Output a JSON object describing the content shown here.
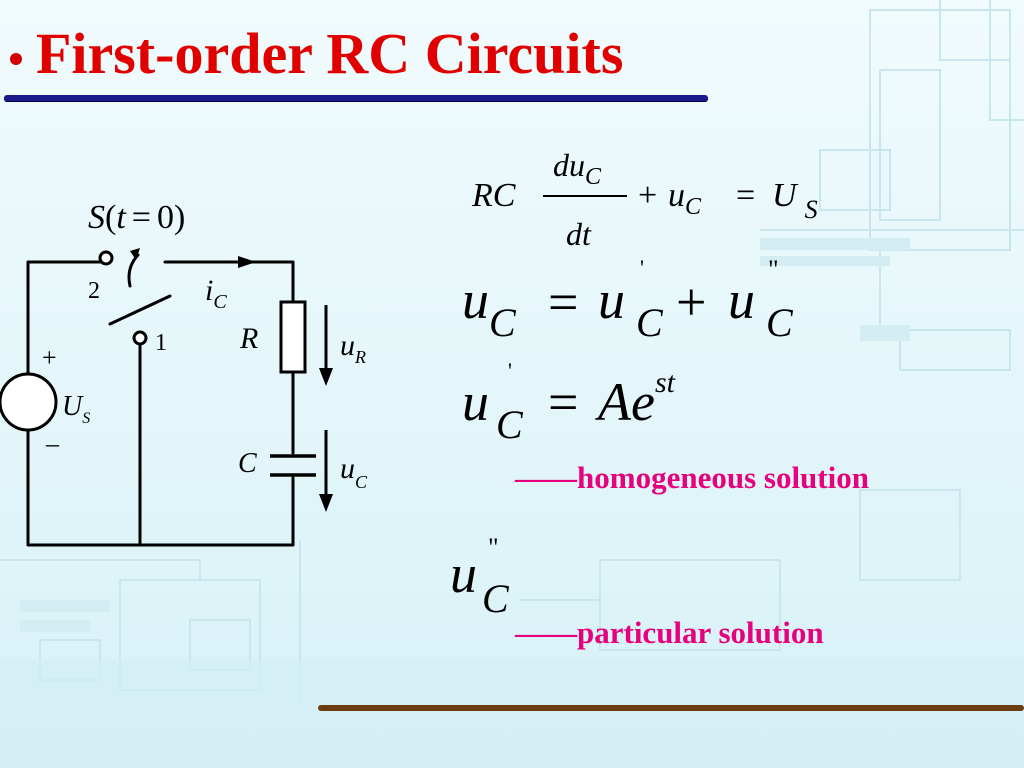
{
  "slide": {
    "title": "First-order RC Circuits",
    "colors": {
      "title": "#e00000",
      "note": "#e6007e",
      "title_bar": "#1a1a8a",
      "bottom_bar": "#6a3c12"
    }
  },
  "circuit": {
    "switch_label": {
      "S": "S",
      "t": "t",
      "eq": "=",
      "zero": "0",
      "lp": "(",
      "rp": ")"
    },
    "terminal_2": "2",
    "terminal_1": "1",
    "current": {
      "main": "i",
      "sub": "C"
    },
    "resistor": "R",
    "capacitor": "C",
    "voltage_r": {
      "main": "u",
      "sub": "R"
    },
    "voltage_c": {
      "main": "u",
      "sub": "C"
    },
    "source": {
      "main": "U",
      "sub": "S",
      "plus": "+",
      "minus": "–"
    }
  },
  "equations": {
    "ode": {
      "rc": "RC",
      "num": "du",
      "num_sub": "C",
      "den": "dt",
      "plus": "+",
      "u": "u",
      "u_sub": "C",
      "eq": "=",
      "U": "U",
      "U_sub": "S"
    },
    "superposition": {
      "u": "u",
      "sub": "C",
      "eq": "=",
      "prime": "'",
      "plus": "+",
      "dprime": "\""
    },
    "homogeneous": {
      "u": "u",
      "prime": "'",
      "sub": "C",
      "eq": "=",
      "A": "A",
      "e": "e",
      "exp": "st"
    },
    "particular": {
      "u": "u",
      "dprime": "\"",
      "sub": "C"
    }
  },
  "notes": {
    "homogeneous": "——homogeneous solution",
    "particular": "——particular solution"
  }
}
